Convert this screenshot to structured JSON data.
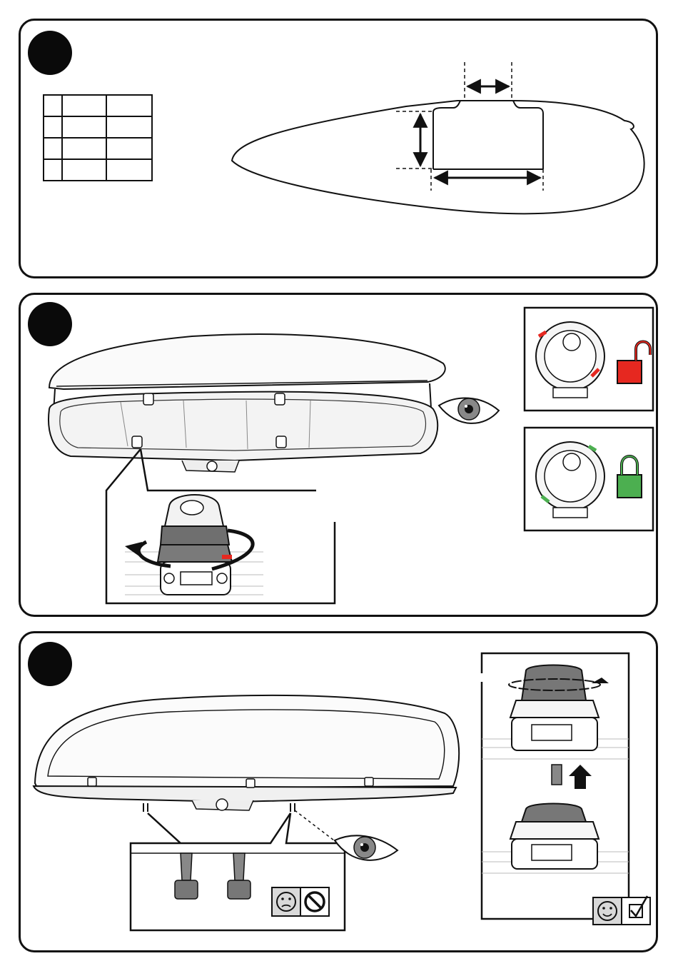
{
  "panels": [
    {
      "step_label": "",
      "role": "roof-rack-dimensions"
    },
    {
      "step_label": "",
      "role": "mounting-knob-lock-check"
    },
    {
      "step_label": "",
      "role": "final-fastening-check"
    }
  ],
  "size_table": {
    "rows": [
      [
        "",
        "",
        ""
      ],
      [
        "",
        "",
        ""
      ],
      [
        "",
        "",
        ""
      ],
      [
        "",
        "",
        ""
      ]
    ]
  },
  "colors": {
    "outline": "#111111",
    "unlocked": "#e62820",
    "locked": "#4caf50",
    "knob_grey": "#6f6f6f",
    "light_grey": "#d9d9d9"
  },
  "icons": {
    "unlocked": "padlock-open-icon",
    "locked": "padlock-closed-icon",
    "inspect": "eye-icon",
    "incorrect": "sad-face-icon",
    "forbidden": "prohibited-icon",
    "correct": "smiley-face-icon",
    "confirmed": "checkbox-checked-icon"
  }
}
